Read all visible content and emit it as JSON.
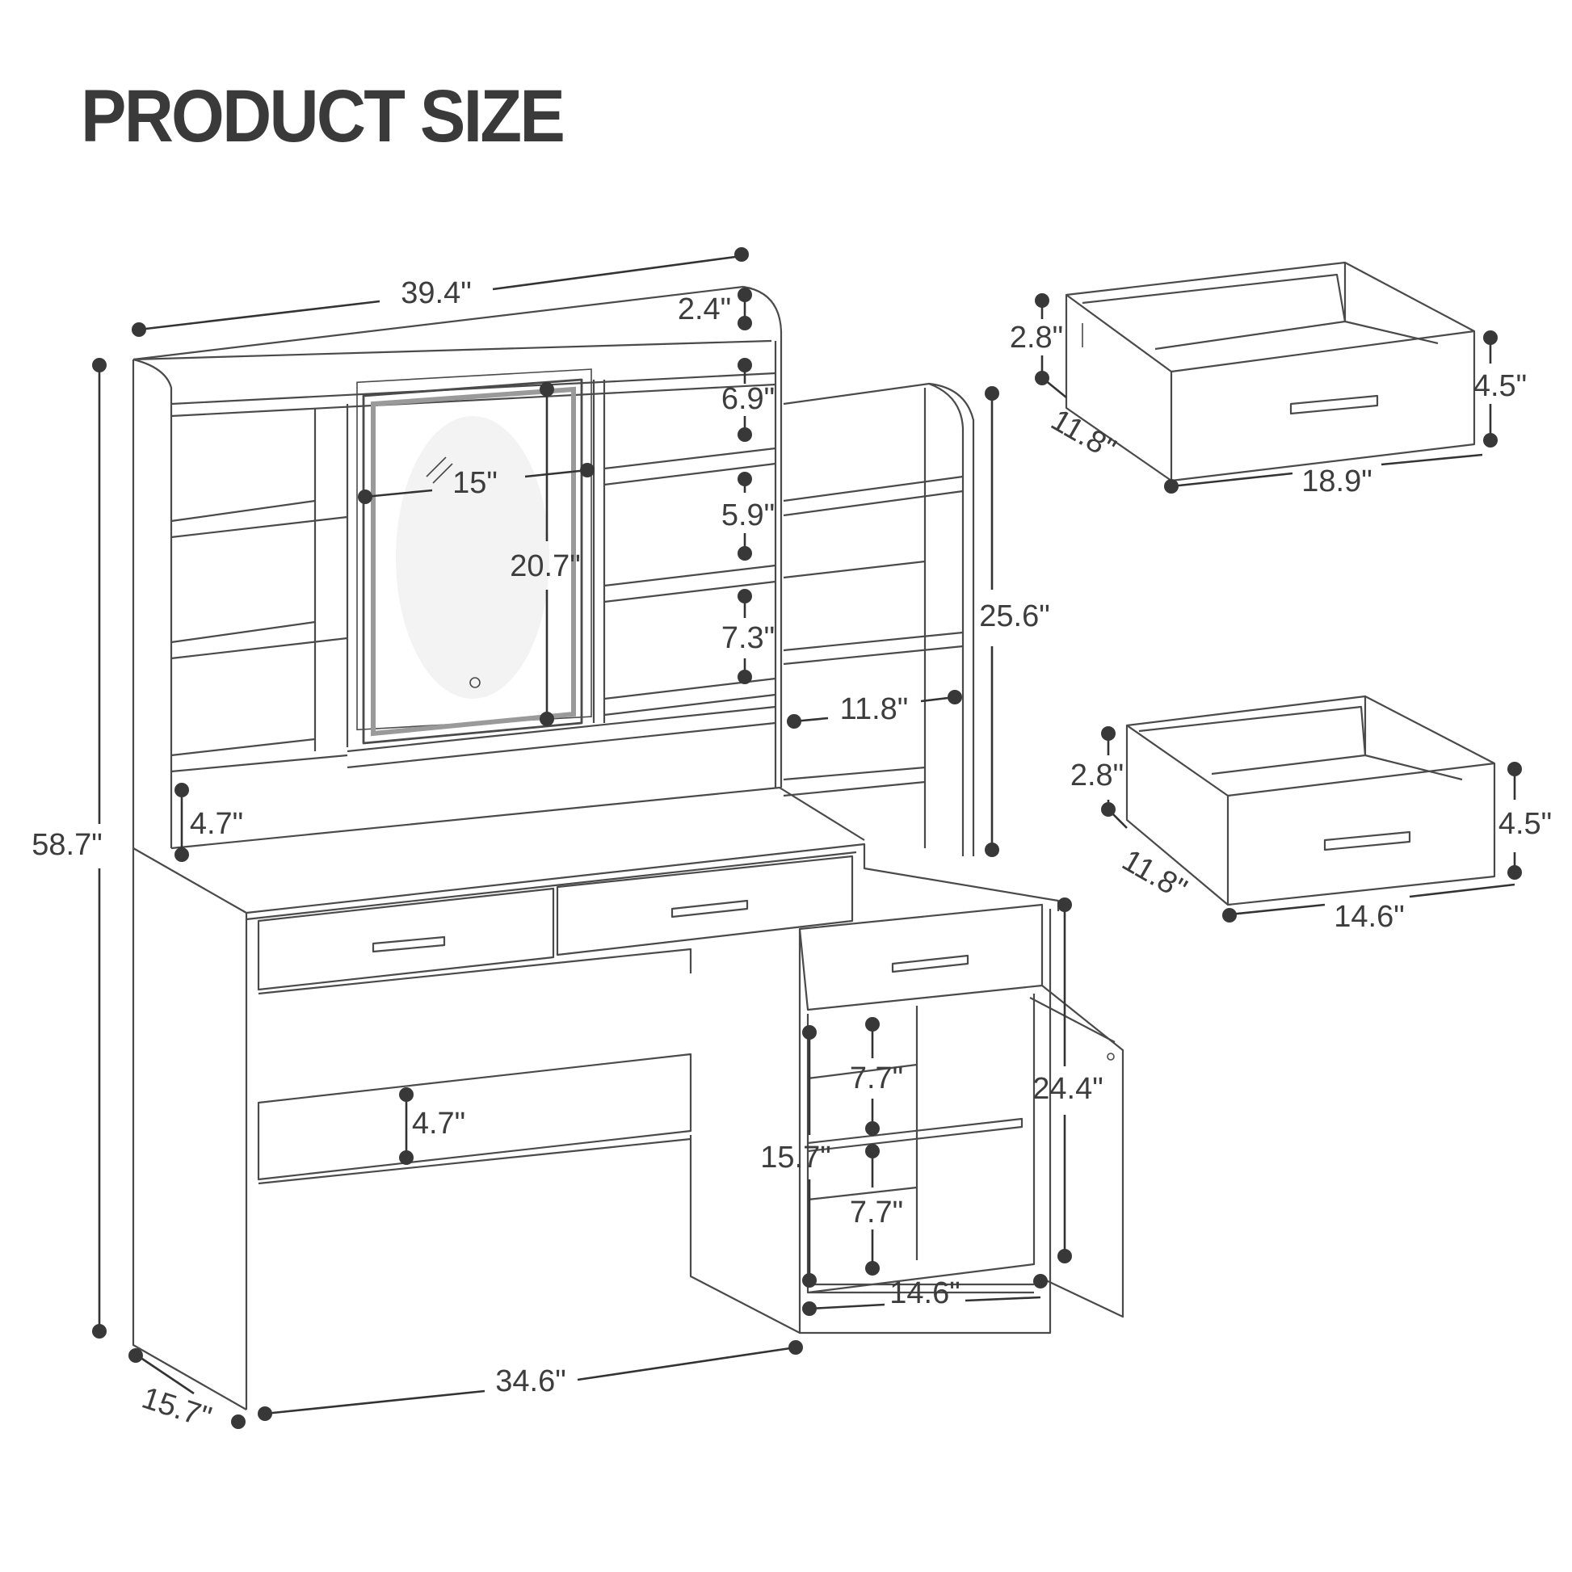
{
  "title": "PRODUCT SIZE",
  "colors": {
    "line": "#4a4a4a",
    "dimension": "#333333",
    "text": "#3d3d3d"
  },
  "icons": [
    "touch-switch-icon",
    "door-hinge-icon"
  ],
  "dimensions": {
    "overall_width": "39.4\"",
    "top_cap_height": "2.4\"",
    "top_shelf_height": "6.9\"",
    "middle_shelf_height": "5.9\"",
    "lower_shelf_height": "7.3\"",
    "mirror_width": "15\"",
    "mirror_height": "20.7\"",
    "overall_height": "58.7\"",
    "side_hutch_height": "25.6\"",
    "side_shelf_width": "11.8\"",
    "desk_gap_height": "4.7\"",
    "desk_drawer_height": "4.7\"",
    "cabinet_top_shelf_height": "7.7\"",
    "cabinet_bottom_shelf_height": "7.7\"",
    "cabinet_interior_height": "15.7\"",
    "cabinet_door_height": "24.4\"",
    "cabinet_interior_width": "14.6\"",
    "desk_width": "34.6\"",
    "desk_depth": "15.7\""
  },
  "large_drawer": {
    "inner_height": "2.8\"",
    "front_height": "4.5\"",
    "depth": "11.8\"",
    "width": "18.9\""
  },
  "small_drawer": {
    "inner_height": "2.8\"",
    "front_height": "4.5\"",
    "depth": "11.8\"",
    "width": "14.6\""
  }
}
